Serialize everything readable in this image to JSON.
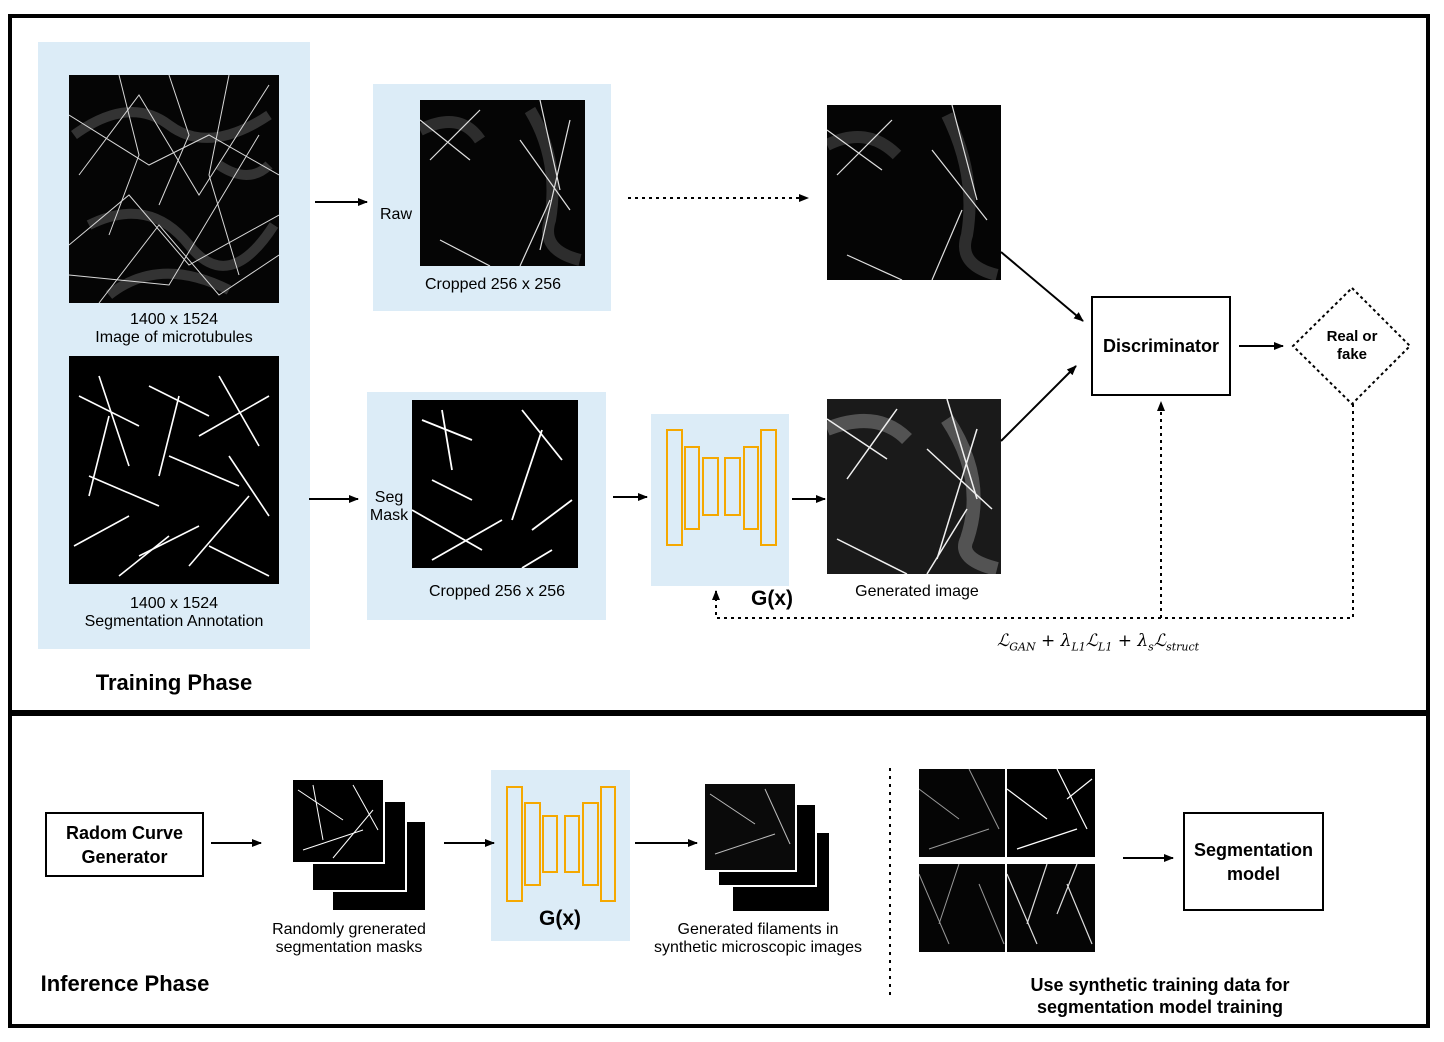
{
  "training": {
    "phase_title": "Training Phase",
    "image_caption_line1": "1400 x 1524",
    "image_caption_line2": "Image of microtubules",
    "seg_caption_line1": "1400 x 1524",
    "seg_caption_line2": "Segmentation Annotation",
    "raw_label": "Raw",
    "seg_label_line1": "Seg",
    "seg_label_line2": "Mask",
    "cropped_raw_caption": "Cropped 256 x 256",
    "cropped_seg_caption": "Cropped 256 x 256",
    "generator_label": "G(x)",
    "generated_caption": "Generated image",
    "discriminator_label": "Discriminator",
    "decision_line1": "Real or",
    "decision_line2": "fake",
    "loss_parts": {
      "L": "ℒ",
      "gan_sub": "GAN",
      "plus": "+",
      "lambda": "λ",
      "l1_sub": "L1",
      "s_sub": "s",
      "struct_sub": "struct"
    }
  },
  "inference": {
    "phase_title": "Inference Phase",
    "curve_generator_line1": "Radom Curve",
    "curve_generator_line2": "Generator",
    "masks_caption_line1": "Randomly grenerated",
    "masks_caption_line2": "segmentation masks",
    "generator_label": "G(x)",
    "filaments_caption_line1": "Generated filaments in",
    "filaments_caption_line2": "synthetic microscopic images",
    "segmentation_model_line1": "Segmentation",
    "segmentation_model_line2": "model",
    "use_caption_line1": "Use synthetic training data for",
    "use_caption_line2": "segmentation model training"
  },
  "colors": {
    "panel_background": "#dcecf7",
    "unet_orange": "#f5a800",
    "border": "#000000"
  }
}
